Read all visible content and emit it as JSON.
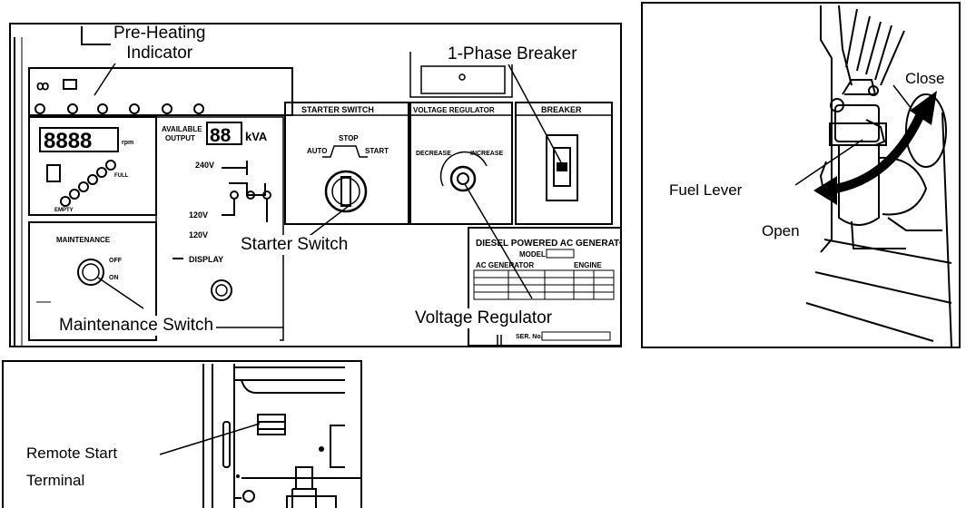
{
  "main_panel": {
    "callouts": {
      "pre_heating": "Pre-Heating Indicator",
      "pre_heating_line1": "Pre-Heating",
      "pre_heating_line2": "Indicator",
      "phase_breaker": "1-Phase Breaker",
      "starter_switch": "Starter Switch",
      "maintenance_switch": "Maintenance Switch",
      "voltage_regulator": "Voltage Regulator"
    },
    "panel_text": {
      "starter_switch_title": "STARTER SWITCH",
      "voltage_regulator_title": "VOLTAGE REGULATOR",
      "breaker_title": "BREAKER",
      "available_output_1": "AVAILABLE",
      "available_output_2": "OUTPUT",
      "kva": "kVA",
      "rpm": "rpm",
      "v240": "240V",
      "v120a": "120V",
      "v120b": "120V",
      "display": "DISPLAY",
      "maintenance": "MAINTENANCE",
      "off": "OFF",
      "on": "ON",
      "stop": "STOP",
      "auto": "AUTO",
      "start": "START",
      "decrease": "DECREASE",
      "increase": "INCREASE",
      "full": "FULL",
      "empty": "EMPTY",
      "seg_digits": "8888",
      "seg_kva": "88",
      "plate_title": "DIESEL POWERED AC GENERATOR",
      "plate_model": "MODEL",
      "plate_ac": "AC GENERATOR",
      "plate_engine": "ENGINE",
      "plate_ser": "SER. No."
    }
  },
  "fuel_panel": {
    "callouts": {
      "close": "Close",
      "fuel_lever": "Fuel Lever",
      "open": "Open"
    }
  },
  "remote_panel": {
    "callouts": {
      "line1": "Remote Start",
      "line2": "Terminal"
    }
  }
}
